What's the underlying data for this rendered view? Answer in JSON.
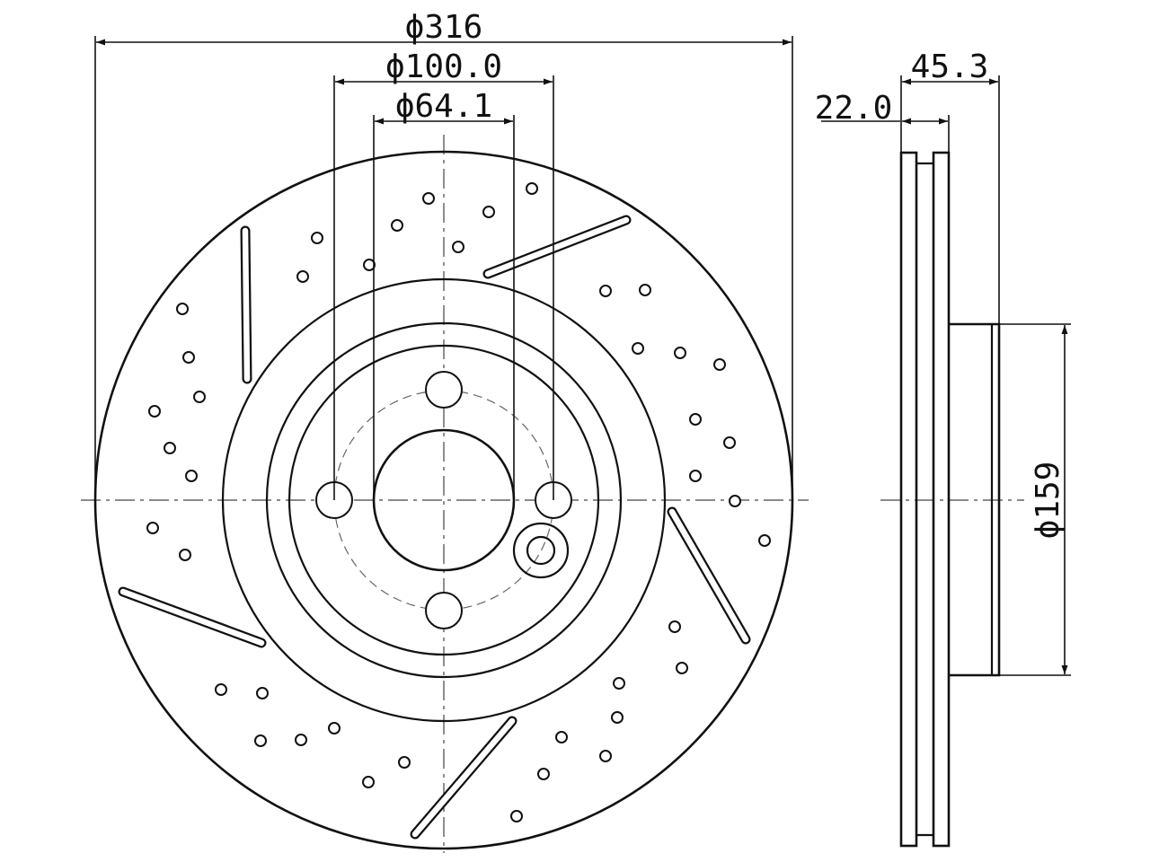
{
  "dimensions": {
    "outer_diameter": "ϕ316",
    "bolt_circle": "ϕ100.0",
    "center_bore": "ϕ64.1",
    "disc_thickness": "22.0",
    "overall_height": "45.3",
    "hat_diameter": "ϕ159"
  },
  "colors": {
    "line": "#111111",
    "background": "#ffffff"
  }
}
